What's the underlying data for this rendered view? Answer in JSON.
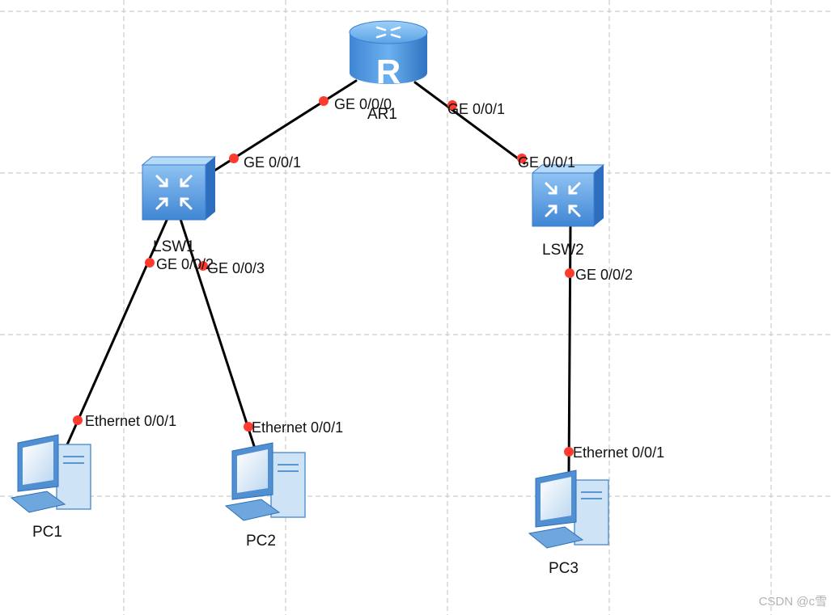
{
  "topology": {
    "devices": {
      "ar1": {
        "name": "AR1",
        "type": "router",
        "icon": "router-icon"
      },
      "lsw1": {
        "name": "LSW1",
        "type": "switch",
        "icon": "switch-icon"
      },
      "lsw2": {
        "name": "LSW2",
        "type": "switch",
        "icon": "switch-icon"
      },
      "pc1": {
        "name": "PC1",
        "type": "pc",
        "icon": "pc-icon"
      },
      "pc2": {
        "name": "PC2",
        "type": "pc",
        "icon": "pc-icon"
      },
      "pc3": {
        "name": "PC3",
        "type": "pc",
        "icon": "pc-icon"
      }
    },
    "links": [
      {
        "from": "AR1",
        "from_port": "GE 0/0/0",
        "to": "LSW1",
        "to_port": "GE 0/0/1"
      },
      {
        "from": "AR1",
        "from_port": "GE 0/0/1",
        "to": "LSW2",
        "to_port": "GE 0/0/1"
      },
      {
        "from": "LSW1",
        "from_port": "GE 0/0/2",
        "to": "PC1",
        "to_port": "Ethernet 0/0/1"
      },
      {
        "from": "LSW1",
        "from_port": "GE 0/0/3",
        "to": "PC2",
        "to_port": "Ethernet 0/0/1"
      },
      {
        "from": "LSW2",
        "from_port": "GE 0/0/2",
        "to": "PC3",
        "to_port": "Ethernet 0/0/1"
      }
    ]
  },
  "watermark": "CSDN @c雪",
  "colors": {
    "link": "#000000",
    "port_dot": "#ff3b30",
    "grid": "#cccccc",
    "device_blue": "#4a8fd6"
  }
}
